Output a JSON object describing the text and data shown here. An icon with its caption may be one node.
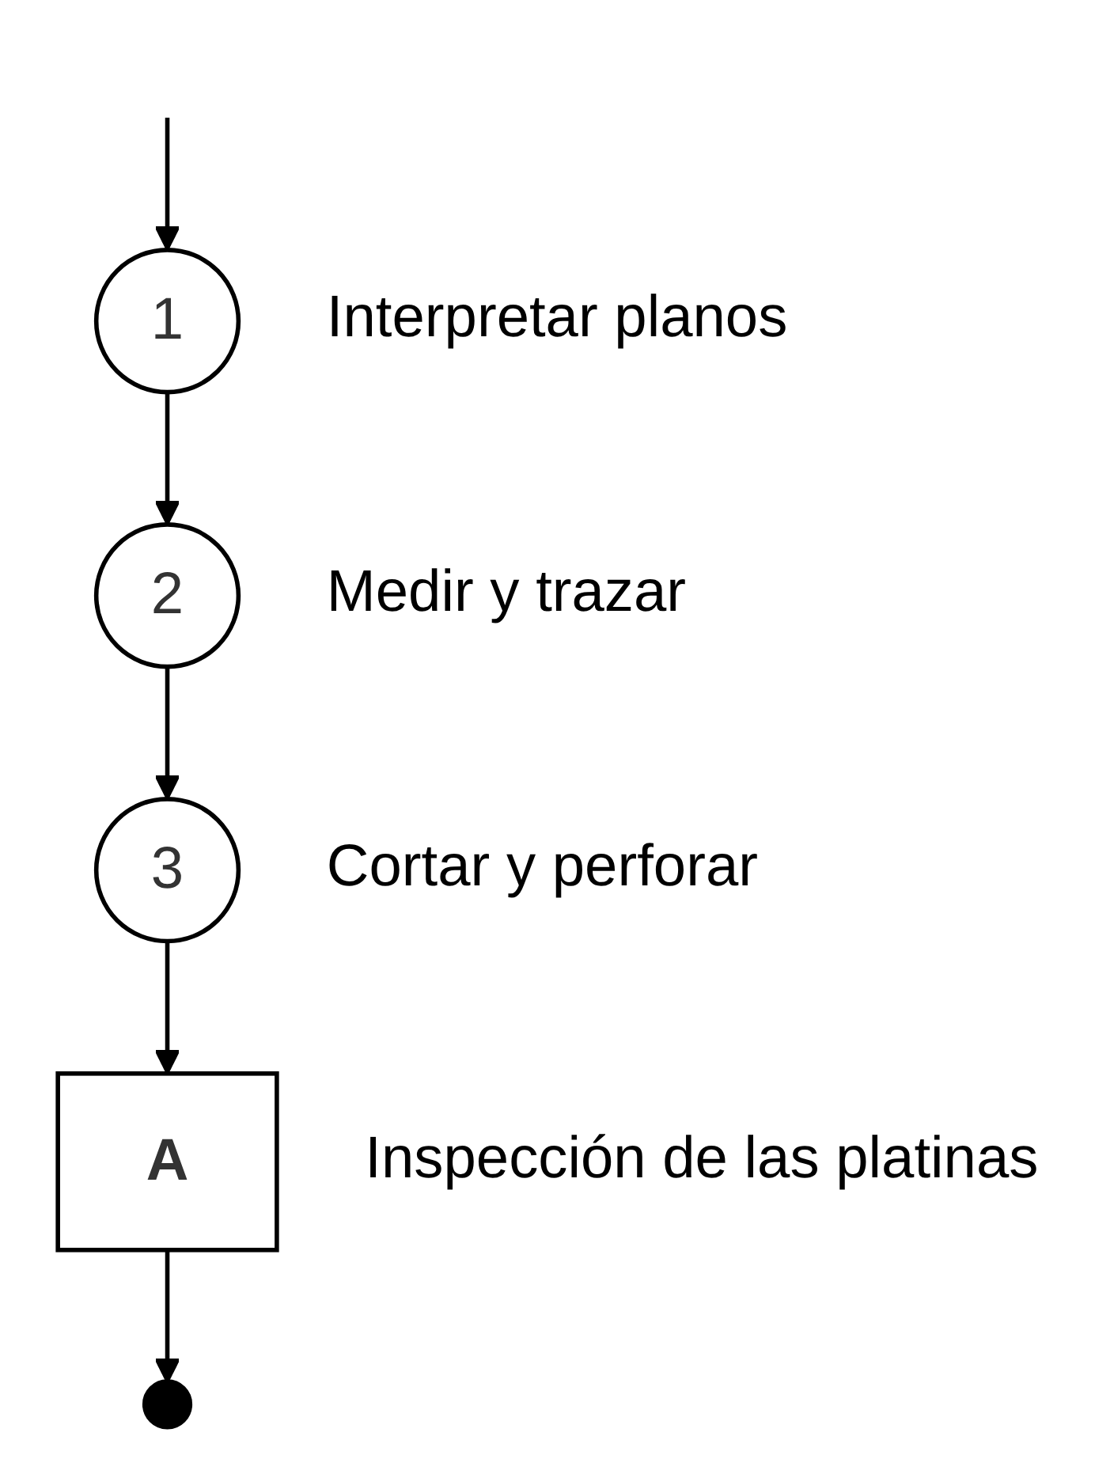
{
  "diagram": {
    "nodes": [
      {
        "text": [
          "1"
        ],
        "beside": [
          "Interpretar planos"
        ]
      },
      {
        "text": [
          "2"
        ],
        "beside": [
          "Medir y trazar"
        ]
      },
      {
        "text": [
          "3"
        ],
        "beside": [
          "Cortar y perforar"
        ]
      },
      {
        "text": [
          "A"
        ],
        "beside": [
          "Inspección de las platinas"
        ]
      },
      {
        "text": [],
        "shape": "circle"
      }
    ],
    "edges": [
      {
        "from": null,
        "to": 0,
        "arrow": "to"
      },
      {
        "from": 0,
        "to": 1,
        "arrow": "to"
      },
      {
        "from": 1,
        "to": 2,
        "arrow": "to"
      },
      {
        "from": 2,
        "to": 3,
        "arrow": "to"
      },
      {
        "from": 3,
        "to": 4,
        "arrow": "to"
      }
    ]
  }
}
